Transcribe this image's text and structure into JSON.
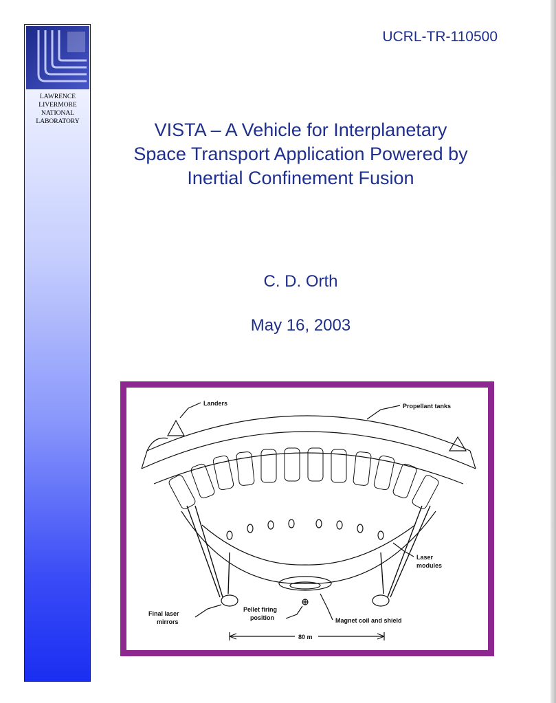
{
  "report_number": "UCRL-TR-110500",
  "sidebar": {
    "logo_icon": "llnl-logo-icon",
    "lab_name_lines": [
      "LAWRENCE",
      "LIVERMORE",
      "NATIONAL",
      "LABORATORY"
    ]
  },
  "title_lines": [
    "VISTA – A Vehicle for Interplanetary",
    "Space Transport Application Powered by",
    "Inertial Confinement Fusion"
  ],
  "author": "C. D. Orth",
  "date": "May 16, 2003",
  "figure": {
    "frame_color": "#8e278f",
    "labels": {
      "landers": "Landers",
      "propellant_tanks": "Propellant tanks",
      "laser_modules_1": "Laser",
      "laser_modules_2": "modules",
      "final_laser_1": "Final laser",
      "final_laser_2": "mirrors",
      "pellet_1": "Pellet firing",
      "pellet_2": "position",
      "magnet": "Magnet coil and shield",
      "scale": "80 m"
    }
  },
  "colors": {
    "text_blue": "#1f2f8c",
    "sidebar_top": "#ffffff",
    "sidebar_bottom": "#1a2ef2"
  }
}
